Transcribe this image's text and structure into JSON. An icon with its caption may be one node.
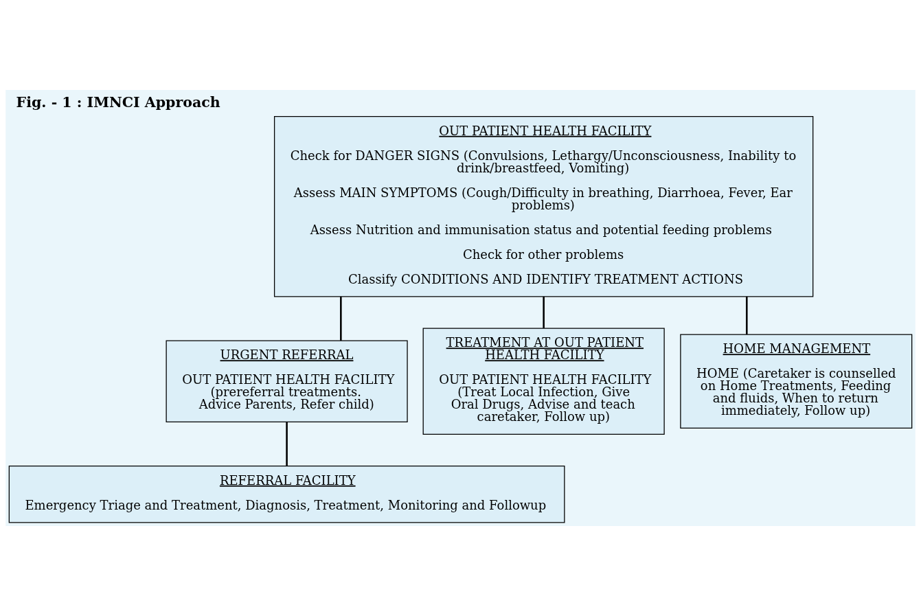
{
  "diagram": {
    "title": "Fig. - 1 : IMNCI Approach",
    "nodes": [
      {
        "text": [
          "OUT PATIENT HEALTH FACILITY",
          "Check for DANGER SIGNS (Convulsions, Lethargy/Unconsciousness, Inability to drink/breastfeed, Vomiting)",
          "Assess MAIN SYMPTOMS (Cough/Difficulty in breathing, Diarrhoea, Fever, Ear problems)",
          "Assess Nutrition and immunisation status and potential feeding problems",
          "Check for other problems",
          "Classify CONDITIONS AND IDENTIFY TREATMENT ACTIONS"
        ]
      },
      {
        "text": [
          "URGENT REFERRAL",
          "OUT PATIENT HEALTH FACILITY (prereferral treatments. Advice Parents, Refer child)"
        ]
      },
      {
        "text": [
          "TREATMENT AT OUT PATIENT HEALTH FACILITY",
          "OUT PATIENT HEALTH FACILITY (Treat Local Infection, Give Oral Drugs, Advise and teach caretaker, Follow up)"
        ]
      },
      {
        "text": [
          "HOME MANAGEMENT",
          "HOME (Caretaker is counselled on Home Treatments, Feeding and fluids, When to return immediately, Follow up)"
        ]
      },
      {
        "text": [
          "REFERRAL FACILITY",
          "Emergency Triage and Treatment, Diagnosis, Treatment, Monitoring and Followup"
        ]
      }
    ],
    "edges": [
      {
        "from": 0,
        "to": 1,
        "arrow": "none"
      },
      {
        "from": 0,
        "to": 2,
        "arrow": "none"
      },
      {
        "from": 0,
        "to": 3,
        "arrow": "none"
      },
      {
        "from": 1,
        "to": 4,
        "arrow": "none"
      }
    ]
  }
}
